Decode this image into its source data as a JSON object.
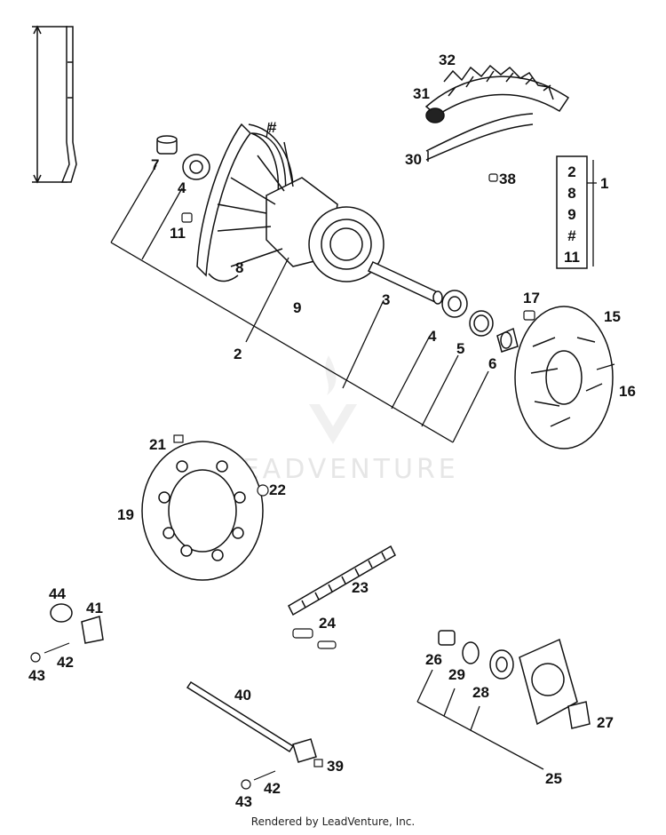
{
  "watermark": {
    "text": "LEADVENTURE"
  },
  "footer": {
    "text": "Rendered by LeadVenture, Inc."
  },
  "kit": {
    "items": [
      "2",
      "8",
      "9",
      "#",
      "11"
    ],
    "label": "1"
  },
  "callouts": {
    "c7": "7",
    "c4a": "4",
    "c11": "11",
    "c8": "8",
    "c2": "2",
    "c9": "9",
    "c3": "3",
    "c4b": "4",
    "c5": "5",
    "c6": "6",
    "chash": "#",
    "c32": "32",
    "c31": "31",
    "c30": "30",
    "c38": "38",
    "c17": "17",
    "c15": "15",
    "c16": "16",
    "c21": "21",
    "c22": "22",
    "c19": "19",
    "c23": "23",
    "c24": "24",
    "c44": "44",
    "c41": "41",
    "c42a": "42",
    "c43a": "43",
    "c40": "40",
    "c39": "39",
    "c42b": "42",
    "c43b": "43",
    "c26": "26",
    "c29": "29",
    "c28": "28",
    "c27": "27",
    "c25": "25"
  }
}
